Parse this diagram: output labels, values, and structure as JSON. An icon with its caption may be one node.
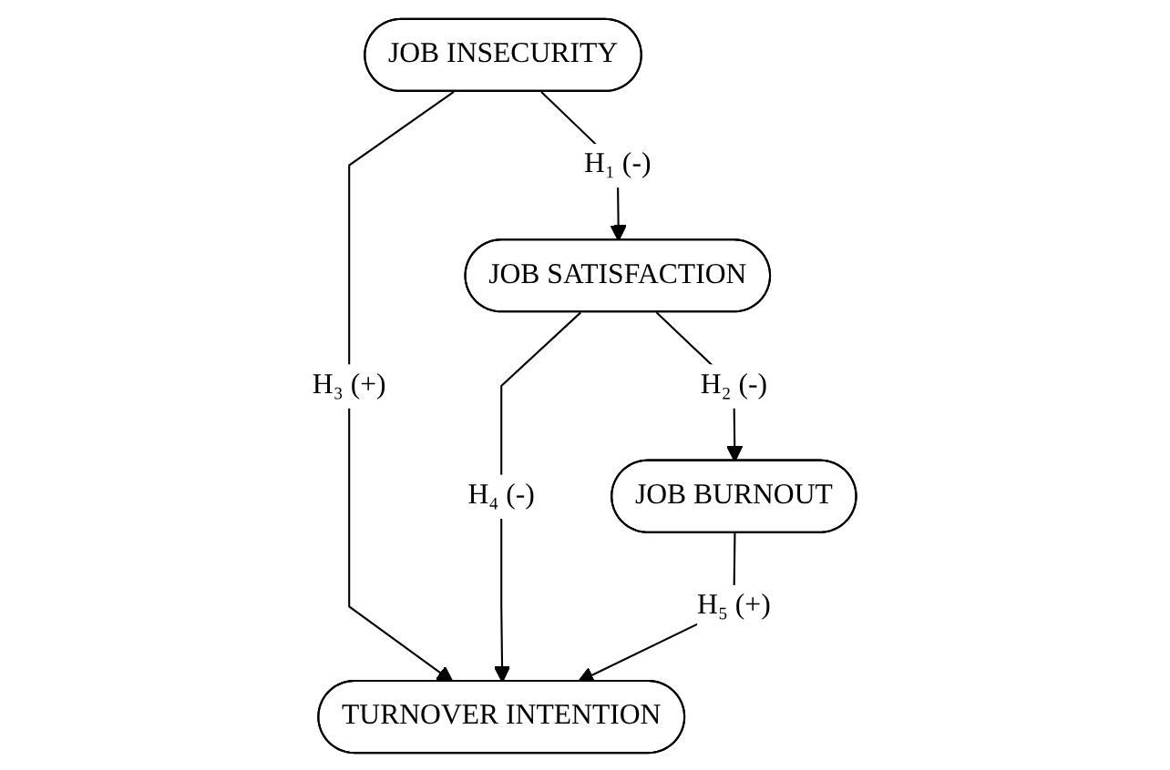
{
  "diagram": {
    "nodes": [
      {
        "text": [
          "JOB INSECURITY"
        ]
      },
      {
        "text": [
          "JOB SATISFACTION"
        ]
      },
      {
        "text": [
          "JOB BURNOUT"
        ]
      },
      {
        "text": [
          "TURNOVER INTENTION"
        ]
      }
    ],
    "edges": [
      {
        "from": 0,
        "to": 1,
        "arrow": "to",
        "label": "H₁ (-)"
      },
      {
        "from": 1,
        "to": 2,
        "arrow": "to",
        "label": "H₂ (-)"
      },
      {
        "from": 0,
        "to": 3,
        "arrow": "to",
        "label": "H₃ (+)"
      },
      {
        "from": 1,
        "to": 3,
        "arrow": "to",
        "label": "H₄ (-)"
      },
      {
        "from": 2,
        "to": 3,
        "arrow": "to",
        "label": "H₅ (+)"
      }
    ]
  }
}
